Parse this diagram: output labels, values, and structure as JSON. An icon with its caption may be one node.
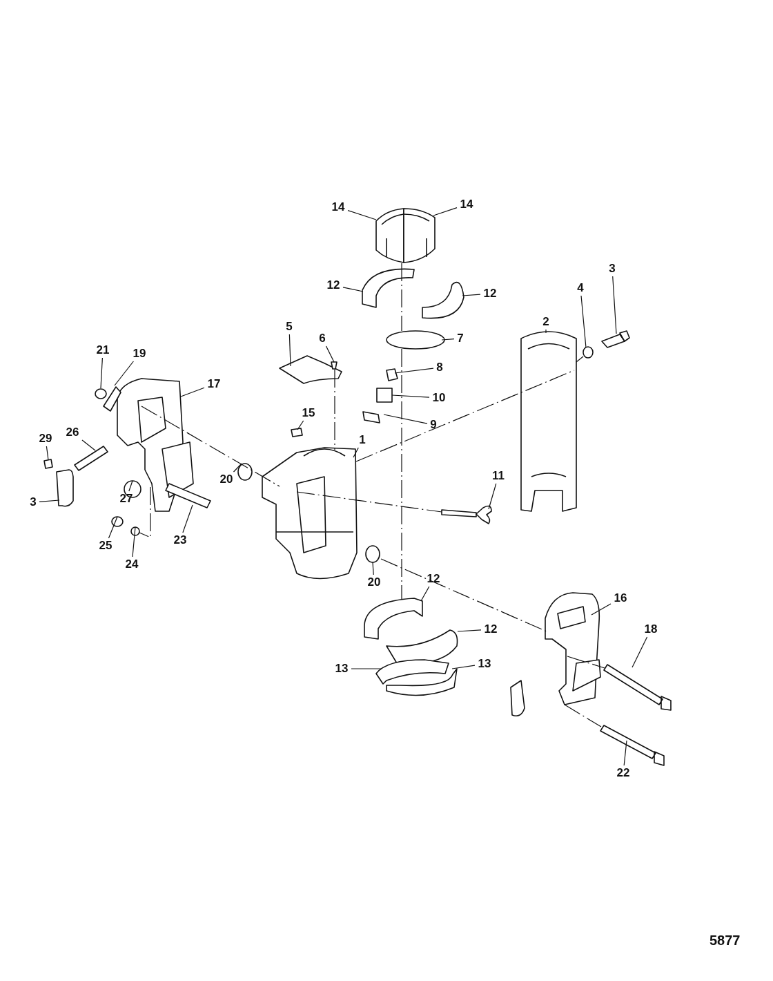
{
  "diagram": {
    "nodes": [
      {
        "text": [
          "14"
        ]
      },
      {
        "text": [
          "14"
        ]
      },
      {
        "text": [
          "12"
        ]
      },
      {
        "text": [
          "12"
        ]
      },
      {
        "text": [
          "7"
        ]
      },
      {
        "text": [
          "8"
        ]
      },
      {
        "text": [
          "10"
        ]
      },
      {
        "text": [
          "9"
        ]
      },
      {
        "text": [
          "5"
        ]
      },
      {
        "text": [
          "6"
        ]
      },
      {
        "text": [
          "15"
        ]
      },
      {
        "text": [
          "1"
        ]
      },
      {
        "text": [
          "2"
        ]
      },
      {
        "text": [
          "4"
        ]
      },
      {
        "text": [
          "3"
        ]
      },
      {
        "text": [
          "11"
        ]
      },
      {
        "text": [
          "21"
        ]
      },
      {
        "text": [
          "19"
        ]
      },
      {
        "text": [
          "17"
        ]
      },
      {
        "text": [
          "29"
        ]
      },
      {
        "text": [
          "26"
        ]
      },
      {
        "text": [
          "3"
        ]
      },
      {
        "text": [
          "27"
        ]
      },
      {
        "text": [
          "25"
        ]
      },
      {
        "text": [
          "24"
        ]
      },
      {
        "text": [
          "23"
        ]
      },
      {
        "text": [
          "20"
        ]
      },
      {
        "text": [
          "20"
        ]
      },
      {
        "text": [
          "12"
        ]
      },
      {
        "text": [
          "12"
        ]
      },
      {
        "text": [
          "13"
        ]
      },
      {
        "text": [
          "13"
        ]
      },
      {
        "text": [
          "16"
        ]
      },
      {
        "text": [
          "18"
        ]
      },
      {
        "text": [
          "22"
        ]
      },
      {
        "text": [],
        "shape": "picture"
      },
      {
        "text": [],
        "shape": "picture"
      },
      {
        "text": [],
        "shape": "picture"
      },
      {
        "text": [],
        "shape": "circle"
      },
      {
        "text": [],
        "shape": "box"
      },
      {
        "text": [],
        "shape": "box"
      },
      {
        "text": [],
        "shape": "box"
      },
      {
        "text": [],
        "shape": "picture"
      },
      {
        "text": [],
        "shape": "box"
      },
      {
        "text": [],
        "shape": "box"
      },
      {
        "text": [],
        "shape": "picture"
      },
      {
        "text": [],
        "shape": "picture"
      },
      {
        "text": [],
        "shape": "circle"
      },
      {
        "text": [],
        "shape": "picture"
      },
      {
        "text": [],
        "shape": "picture"
      },
      {
        "text": [],
        "shape": "picture"
      },
      {
        "text": [],
        "shape": "picture"
      },
      {
        "text": [],
        "shape": "circle"
      },
      {
        "text": [],
        "shape": "box"
      },
      {
        "text": [],
        "shape": "box"
      },
      {
        "text": [],
        "shape": "box"
      },
      {
        "text": [],
        "shape": "circle"
      },
      {
        "text": [],
        "shape": "circle"
      },
      {
        "text": [],
        "shape": "circle"
      },
      {
        "text": [],
        "shape": "box"
      },
      {
        "text": [],
        "shape": "circle"
      },
      {
        "text": [],
        "shape": "circle"
      },
      {
        "text": [],
        "shape": "picture"
      },
      {
        "text": [],
        "shape": "picture"
      },
      {
        "text": [],
        "shape": "picture"
      },
      {
        "text": [],
        "shape": "picture"
      },
      {
        "text": [],
        "shape": "picture"
      },
      {
        "text": [],
        "shape": "box"
      },
      {
        "text": [],
        "shape": "box"
      },
      {
        "text": [],
        "shape": "picture"
      }
    ],
    "edges": [
      {
        "from": 0,
        "to": 35,
        "arrow": "none"
      },
      {
        "from": 1,
        "to": 69,
        "arrow": "none"
      },
      {
        "from": 2,
        "to": 36,
        "arrow": "none"
      },
      {
        "from": 3,
        "to": 37,
        "arrow": "none"
      },
      {
        "from": 4,
        "to": 38,
        "arrow": "none"
      },
      {
        "from": 5,
        "to": 39,
        "arrow": "none"
      },
      {
        "from": 6,
        "to": 40,
        "arrow": "none"
      },
      {
        "from": 7,
        "to": 41,
        "arrow": "none"
      },
      {
        "from": 8,
        "to": 42,
        "arrow": "none"
      },
      {
        "from": 9,
        "to": 43,
        "arrow": "none"
      },
      {
        "from": 10,
        "to": 44,
        "arrow": "none"
      },
      {
        "from": 11,
        "to": 45,
        "arrow": "none"
      },
      {
        "from": 12,
        "to": 46,
        "arrow": "none"
      },
      {
        "from": 13,
        "to": 47,
        "arrow": "none"
      },
      {
        "from": 14,
        "to": 48,
        "arrow": "none"
      },
      {
        "from": 15,
        "to": 49,
        "arrow": "none"
      },
      {
        "from": 16,
        "to": 52,
        "arrow": "none"
      },
      {
        "from": 17,
        "to": 51,
        "arrow": "none"
      },
      {
        "from": 18,
        "to": 50,
        "arrow": "none"
      },
      {
        "from": 19,
        "to": 53,
        "arrow": "none"
      },
      {
        "from": 20,
        "to": 54,
        "arrow": "none"
      },
      {
        "from": 21,
        "to": 55,
        "arrow": "none"
      },
      {
        "from": 22,
        "to": 56,
        "arrow": "none"
      },
      {
        "from": 23,
        "to": 57,
        "arrow": "none"
      },
      {
        "from": 24,
        "to": 58,
        "arrow": "none"
      },
      {
        "from": 25,
        "to": 59,
        "arrow": "none"
      },
      {
        "from": 26,
        "to": 60,
        "arrow": "none"
      },
      {
        "from": 27,
        "to": 61,
        "arrow": "none"
      },
      {
        "from": 28,
        "to": 62,
        "arrow": "none"
      },
      {
        "from": 29,
        "to": 63,
        "arrow": "none"
      },
      {
        "from": 30,
        "to": 64,
        "arrow": "none"
      },
      {
        "from": 31,
        "to": 65,
        "arrow": "none"
      },
      {
        "from": 32,
        "to": 66,
        "arrow": "none"
      },
      {
        "from": 33,
        "to": 67,
        "arrow": "none"
      },
      {
        "from": 34,
        "to": 68,
        "arrow": "none"
      },
      {
        "from": 35,
        "to": 38,
        "arrow": "none",
        "style": "dashed"
      },
      {
        "from": 38,
        "to": 62,
        "arrow": "none",
        "style": "dashed"
      },
      {
        "from": 45,
        "to": 46,
        "arrow": "none",
        "style": "dashed"
      },
      {
        "from": 50,
        "to": 45,
        "arrow": "none",
        "style": "dashed"
      },
      {
        "from": 61,
        "to": 66,
        "arrow": "none",
        "style": "dashed"
      },
      {
        "from": 45,
        "to": 49,
        "arrow": "none",
        "style": "dashed"
      },
      {
        "from": 50,
        "to": 58,
        "arrow": "none",
        "style": "dashed"
      },
      {
        "from": 46,
        "to": 47,
        "arrow": "none",
        "style": "dashed"
      },
      {
        "from": 66,
        "to": 67,
        "arrow": "none",
        "style": "dashed"
      },
      {
        "from": 66,
        "to": 68,
        "arrow": "none",
        "style": "dashed"
      },
      {
        "from": 43,
        "to": 45,
        "arrow": "none",
        "style": "dashed"
      }
    ],
    "labels": [
      "5877"
    ]
  }
}
